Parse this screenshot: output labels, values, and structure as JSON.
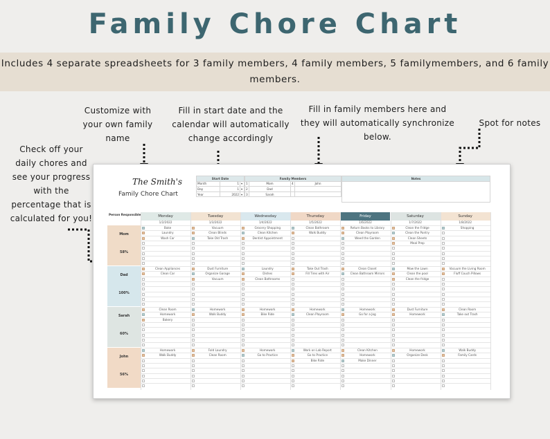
{
  "title": "Family Chore Chart",
  "banner": "Includes 4 separate spreadsheets for 3 family members, 4 family members, 5 familymembers, and 6 family members.",
  "notes": {
    "customize": "Customize with your own family name",
    "start_date": "Fill in start date and the calendar will automatically change accordingly",
    "family_members": "Fill in family members here and they will automatically synchronize below.",
    "spot_notes": "Spot for notes",
    "check_off": "Check off your daily chores and see your progress with the percentage that is calculated for you!"
  },
  "sheet": {
    "family_name": "The Smith's",
    "chart_title": "Family Chore Chart",
    "start_date_header": "Start Date",
    "family_members_header": "Family Members",
    "notes_header": "Notes",
    "month_label": "Month",
    "month_value": "1",
    "day_label": "Day",
    "day_value": "1",
    "year_label": "Year",
    "year_value": "2022",
    "members_list": [
      {
        "num": "1",
        "name": "Mom",
        "num2": "4",
        "name2": "John"
      },
      {
        "num": "2",
        "name": "Dad",
        "num2": "",
        "name2": ""
      },
      {
        "num": "3",
        "name": "Sarah",
        "num2": "",
        "name2": ""
      }
    ],
    "person_responsible": "Person Responsible",
    "days": [
      "Monday",
      "Tuesday",
      "Wednesday",
      "Thursday",
      "Friday",
      "Saturday",
      "Sunday"
    ],
    "dates": [
      "1/2/2022",
      "1/3/2022",
      "1/4/2022",
      "1/5/2022",
      "1/6/2022",
      "1/7/2022",
      "1/8/2022"
    ],
    "day_colors": [
      "#dfe9e6",
      "#f2e3d2",
      "#d9e8ee",
      "#f0d8c6",
      "#4d7480",
      "#dde4e2",
      "#f3e3d2"
    ],
    "persons": [
      {
        "name": "Mom",
        "percent": "58%",
        "color": "#f0dcc8",
        "chores": [
          [
            "Bake",
            "Vacuum",
            "Grocery Shopping",
            "Clean Bathroom",
            "Return Books to Library",
            "Clean the Fridge",
            "Shopping"
          ],
          [
            "Laundry",
            "Clean Blinds",
            "Clean Kitchen",
            "Walk Buddy",
            "Clean Playroom",
            "Clean the Pantry",
            ""
          ],
          [
            "Wash Car",
            "Take Old Trash",
            "Dentist Appointment",
            "",
            "Weed the Garden",
            "Clean Sheets",
            ""
          ],
          [
            "",
            "",
            "",
            "",
            "",
            "Meal Prep",
            ""
          ]
        ]
      },
      {
        "name": "Dad",
        "percent": "100%",
        "color": "#d6e7ec",
        "chores": [
          [
            "Clean Appliances",
            "Dust Furniture",
            "Laundry",
            "Take Out Trash",
            "Clean Closet",
            "Mow the Lawn",
            "Vacuum the Living Room"
          ],
          [
            "Clean Car",
            "Organize Garage",
            "Dishes",
            "Fill Tires with Air",
            "Clean Bathroom Mirrors",
            "Clean the pool",
            "Fluff Couch Pillows"
          ],
          [
            "",
            "Vacuum",
            "Clean Bathrooms",
            "",
            "",
            "Clean the fridge",
            ""
          ],
          [
            "",
            "",
            "",
            "",
            "",
            "",
            ""
          ]
        ]
      },
      {
        "name": "Sarah",
        "percent": "60%",
        "color": "#dee5e2",
        "chores": [
          [
            "Clean Room",
            "Homework",
            "Homework",
            "Homework",
            "Homework",
            "Dust Furniture",
            "Clean Room"
          ],
          [
            "Homework",
            "Walk Buddy",
            "Bike Ride",
            "Clean Playroom",
            "Go for a Jog",
            "Homework",
            "Take out Trash"
          ],
          [
            "Bakery",
            "",
            "",
            "",
            "",
            "",
            ""
          ],
          [
            "",
            "",
            "",
            "",
            "",
            "",
            ""
          ]
        ]
      },
      {
        "name": "John",
        "percent": "56%",
        "color": "#f1dac6",
        "chores": [
          [
            "Homework",
            "Fold Laundry",
            "Homework",
            "Work on Lab Report",
            "Clean Kitchen",
            "Homework",
            "Walk Buddy"
          ],
          [
            "Walk Buddy",
            "Clean Room",
            "Go to Practice",
            "Go to Practice",
            "Homework",
            "Organize Desk",
            "Family Cards"
          ],
          [
            "",
            "",
            "",
            "Bike Ride",
            "Make Dinner",
            "",
            ""
          ],
          [
            "",
            "",
            "",
            "",
            "",
            "",
            ""
          ]
        ]
      }
    ]
  },
  "colors": {
    "title": "#3d6670",
    "banner": "#e6ded2",
    "check": "#e7c39f"
  }
}
